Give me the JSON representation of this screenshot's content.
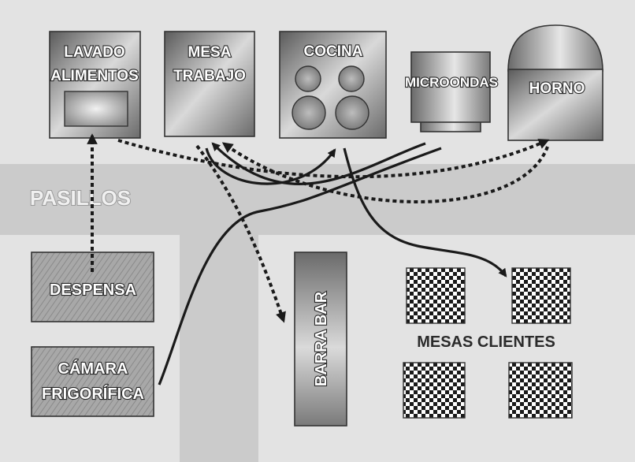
{
  "labels": {
    "pasillos": "PASILLOS",
    "lavado_line1": "LAVADO",
    "lavado_line2": "ALIMENTOS",
    "mesa_line1": "MESA",
    "mesa_line2": "TRABAJO",
    "cocina": "COCINA",
    "microondas": "MICROONDAS",
    "horno": "HORNO",
    "despensa": "DESPENSA",
    "camara_line1": "CÁMARA",
    "camara_line2": "FRIGORÍFICA",
    "barra_bar": "BARRA  BAR",
    "mesas_clientes": "MESAS  CLIENTES"
  },
  "colors": {
    "background": "#e3e3e3",
    "corridor": "#cbcbcb",
    "arrow": "#1a1a1a"
  }
}
